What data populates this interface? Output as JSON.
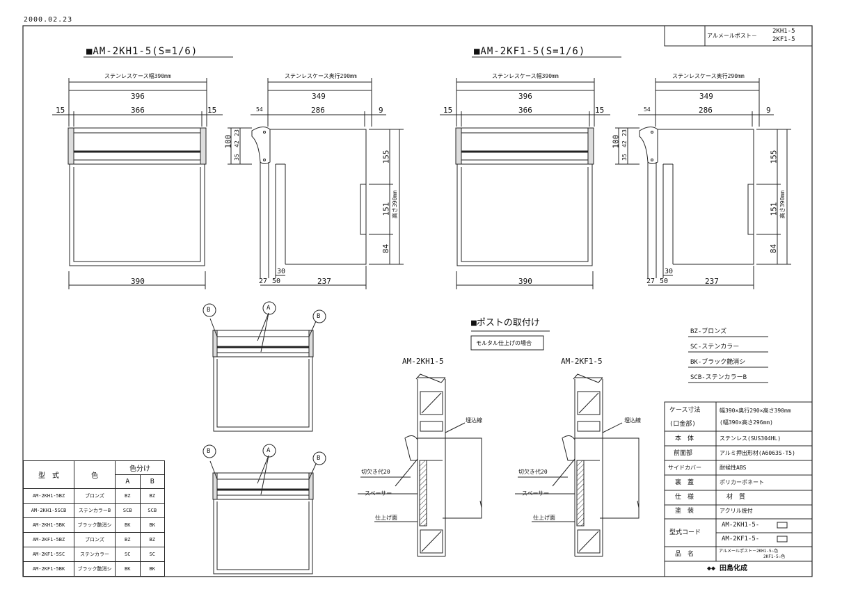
{
  "date": "2000.02.23",
  "title_block": {
    "product": "アルメールポスト－",
    "models": [
      "2KH1-5",
      "2KF1-5"
    ]
  },
  "left_title": "■AM-2KH1-5(S=1/6)",
  "right_title": "■AM-2KF1-5(S=1/6)",
  "front": {
    "case_width_label": "ステンレスケース幅390mm",
    "dim_total": "396",
    "dim_side": "15",
    "dim_inner": "366",
    "dim_bottom": "390"
  },
  "side": {
    "case_depth_label": "ステンレスケース奥行290mm",
    "dim_total": "349",
    "dim_front": "54",
    "dim_mid": "286",
    "dim_back": "9",
    "dim_lid_total": "100",
    "dim_lid_a": "23",
    "dim_lid_b": "42",
    "dim_lid_c": "35",
    "dim_h1": "155",
    "dim_h2": "151",
    "dim_h3": "84",
    "height_label": "高さ390mm",
    "dim_30": "30",
    "dim_bottom_a": "27",
    "dim_bottom_b": "50",
    "dim_bottom_c": "237"
  },
  "callouts": {
    "a": "A",
    "b": "B"
  },
  "install": {
    "title": "■ポストの取付け",
    "subtitle": "モルタル仕上げの場合",
    "model_left": "AM-2KH1-5",
    "model_right": "AM-2KF1-5",
    "embed": "埋込線",
    "cutout": "切欠き代20",
    "spacer": "スペーサー",
    "finish": "仕上げ面"
  },
  "legend": [
    "BZ-ブロンズ",
    "SC-ステンカラー",
    "BK-ブラック艶消シ",
    "SCB-ステンカラーB"
  ],
  "spec": {
    "rows": [
      {
        "label": "ケース寸法",
        "value": "幅390×奥行290×高さ390mm"
      },
      {
        "label": "(口金部)",
        "value": "(幅390×高さ296mm)"
      },
      {
        "label": "本　体",
        "value": "ステンレス(SUS304HL)"
      },
      {
        "label": "前面部",
        "value": "アルミ押出形材(A6063S-T5)"
      },
      {
        "label": "サイドカバー",
        "value": "耐候性ABS"
      },
      {
        "label": "裏　蓋",
        "value": "ポリカーボネート"
      },
      {
        "label": "仕　様",
        "value": "材　質"
      },
      {
        "label": "塗　装",
        "value": "アクリル焼付"
      }
    ],
    "code_label": "型式コード",
    "codes": [
      "AM-2KH1-5-",
      "AM-2KF1-5-"
    ],
    "name_label": "品　名",
    "names": [
      "アルメールポスト－2KH1-5☆色",
      "2KF1-5☆色"
    ],
    "maker": "◆◆ 田島化成"
  },
  "color_table": {
    "h_model": "型　式",
    "h_color": "色",
    "h_split": "色分け",
    "h_a": "A",
    "h_b": "B",
    "rows": [
      [
        "AM-2KH1-5BZ",
        "ブロンズ",
        "BZ",
        "BZ"
      ],
      [
        "AM-2KH1-5SCB",
        "ステンカラーB",
        "SCB",
        "SCB"
      ],
      [
        "AM-2KH1-5BK",
        "ブラック艶消シ",
        "BK",
        "BK"
      ],
      [
        "AM-2KF1-5BZ",
        "ブロンズ",
        "BZ",
        "BZ"
      ],
      [
        "AM-2KF1-5SC",
        "ステンカラー",
        "SC",
        "SC"
      ],
      [
        "AM-2KF1-5BK",
        "ブラック艶消シ",
        "BK",
        "BK"
      ]
    ]
  }
}
